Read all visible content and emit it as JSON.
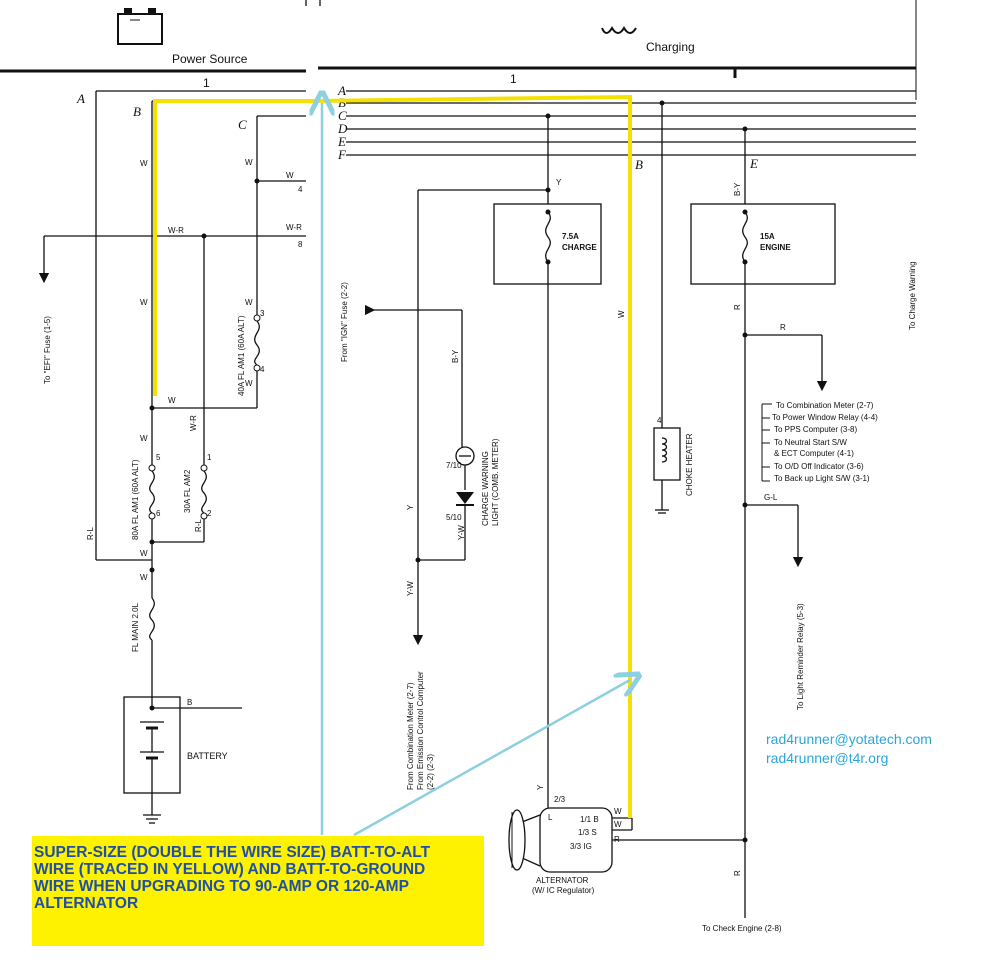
{
  "headers": {
    "power_source": "Power Source",
    "charging": "Charging",
    "col_1": "1"
  },
  "bus_labels": [
    "A",
    "B",
    "C",
    "D",
    "E",
    "F"
  ],
  "left_labels": {
    "a": "A",
    "b": "B",
    "c": "C"
  },
  "wire_codes": {
    "w": "W",
    "wr": "W-R",
    "rl": "R-L",
    "b": "B",
    "y": "Y",
    "by": "B-Y",
    "yw": "Y-W",
    "r": "R",
    "gl": "G-L",
    "n4": "4",
    "n8": "8",
    "n3": "3",
    "n5": "5",
    "n6": "6",
    "n1": "1",
    "n2": "2",
    "n4b": "4",
    "w2": "W",
    "e": "E",
    "bb": "B"
  },
  "fuses": {
    "am1_40": "40A FL AM1 (60A ALT)",
    "am1_80": "80A FL AM1 (60A ALT)",
    "am2_30": "30A FL AM2",
    "main": "FL MAIN 2.0L",
    "charge_amp": "7.5A",
    "charge_name": "CHARGE",
    "engine_amp": "15A",
    "engine_name": "ENGINE"
  },
  "components": {
    "battery": "BATTERY",
    "choke": "CHOKE HEATER",
    "charge_light_1": "CHARGE WARNING",
    "charge_light_2": "LIGHT (COMB. METER)",
    "frac_7_10": "7/10",
    "frac_5_10": "5/10",
    "alternator": "ALTERNATOR",
    "alternator_sub": "(W/ IC Regulator)",
    "alt_pins": {
      "l": "L",
      "b": "1/1 B",
      "s": "1/3 S",
      "ig": "3/3 IG",
      "two_three": "2/3"
    }
  },
  "refs": {
    "efi": "To \"EFI\" Fuse (1-5)",
    "ign": "From \"IGN\" Fuse (2-2)",
    "comb_meter": "From Combination Meter (2-7)",
    "ecc": "From Emission Control Computer",
    "ecc_page": "(2-2) (2-3)",
    "charge_warning": "To Charge Warning",
    "light_reminder": "To Light Reminder Relay (5-3)",
    "check_engine": "To Check Engine (2-8)",
    "list": [
      "To Combination Meter (2-7)",
      "To Power Window Relay (4-4)",
      "To PPS Computer (3-8)",
      "To Neutral Start S/W",
      "& ECT Computer (4-1)",
      "To O/D Off Indicator (3-6)",
      "To Back up Light S/W (3-1)"
    ]
  },
  "note_lines": [
    "SUPER-SIZE (DOUBLE THE WIRE SIZE) BATT-TO-ALT",
    "WIRE (TRACED IN YELLOW) AND BATT-TO-GROUND",
    "WIRE WHEN UPGRADING TO 90-AMP OR 120-AMP",
    "ALTERNATOR"
  ],
  "contacts": [
    "rad4runner@yotatech.com",
    "rad4runner@t4r.org"
  ],
  "colors": {
    "trace": "#f5e100",
    "arrow": "#8ecfe0",
    "note_bg": "#fff200",
    "note_text": "#1f4fa8",
    "contact": "#2aa6d8"
  }
}
